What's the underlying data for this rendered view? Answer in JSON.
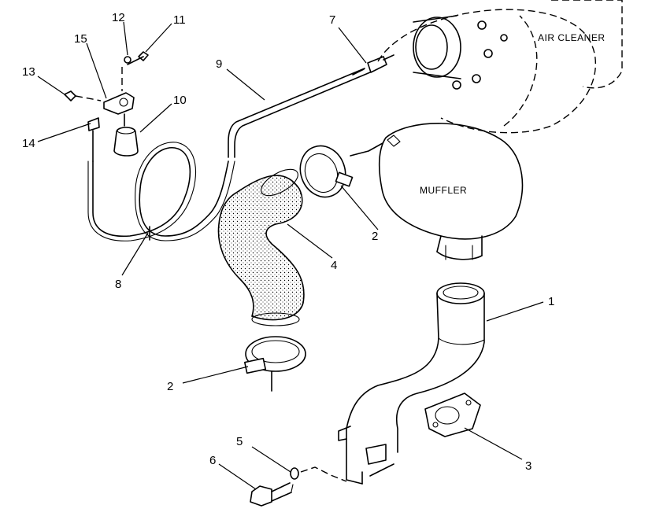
{
  "labels": {
    "air_cleaner": "AIR CLEANER",
    "muffler": "MUFFLER"
  },
  "callouts": {
    "c1": "1",
    "c2a": "2",
    "c2b": "2",
    "c3": "3",
    "c4": "4",
    "c5": "5",
    "c6": "6",
    "c7": "7",
    "c8": "8",
    "c9": "9",
    "c10": "10",
    "c11": "11",
    "c12": "12",
    "c13": "13",
    "c14": "14",
    "c15": "15"
  }
}
